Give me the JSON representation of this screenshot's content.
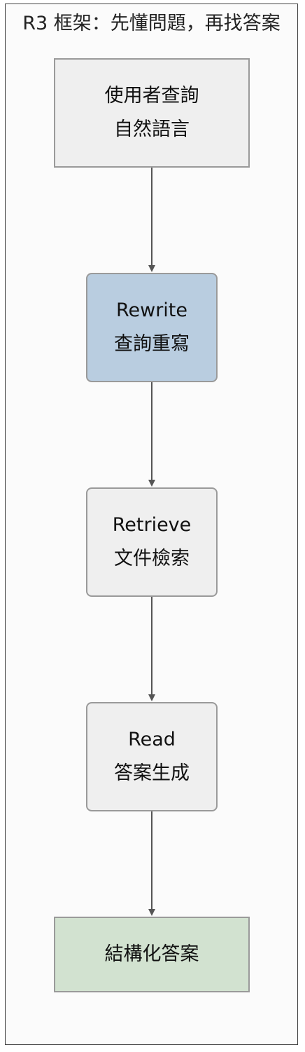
{
  "diagram": {
    "title": "R3 框架：先懂問題，再找答案",
    "nodes": [
      {
        "id": "user-query",
        "lines": [
          "使用者查詢",
          "自然語言"
        ],
        "fill": "#efefef"
      },
      {
        "id": "rewrite",
        "lines": [
          "Rewrite",
          "查詢重寫"
        ],
        "fill": "#b9cde0"
      },
      {
        "id": "retrieve",
        "lines": [
          "Retrieve",
          "文件檢索"
        ],
        "fill": "#efefef"
      },
      {
        "id": "read",
        "lines": [
          "Read",
          "答案生成"
        ],
        "fill": "#efefef"
      },
      {
        "id": "structured-answer",
        "lines": [
          "結構化答案"
        ],
        "fill": "#d2e2d0"
      }
    ],
    "edges": [
      {
        "from": "user-query",
        "to": "rewrite"
      },
      {
        "from": "rewrite",
        "to": "retrieve"
      },
      {
        "from": "retrieve",
        "to": "read"
      },
      {
        "from": "read",
        "to": "structured-answer"
      }
    ]
  }
}
